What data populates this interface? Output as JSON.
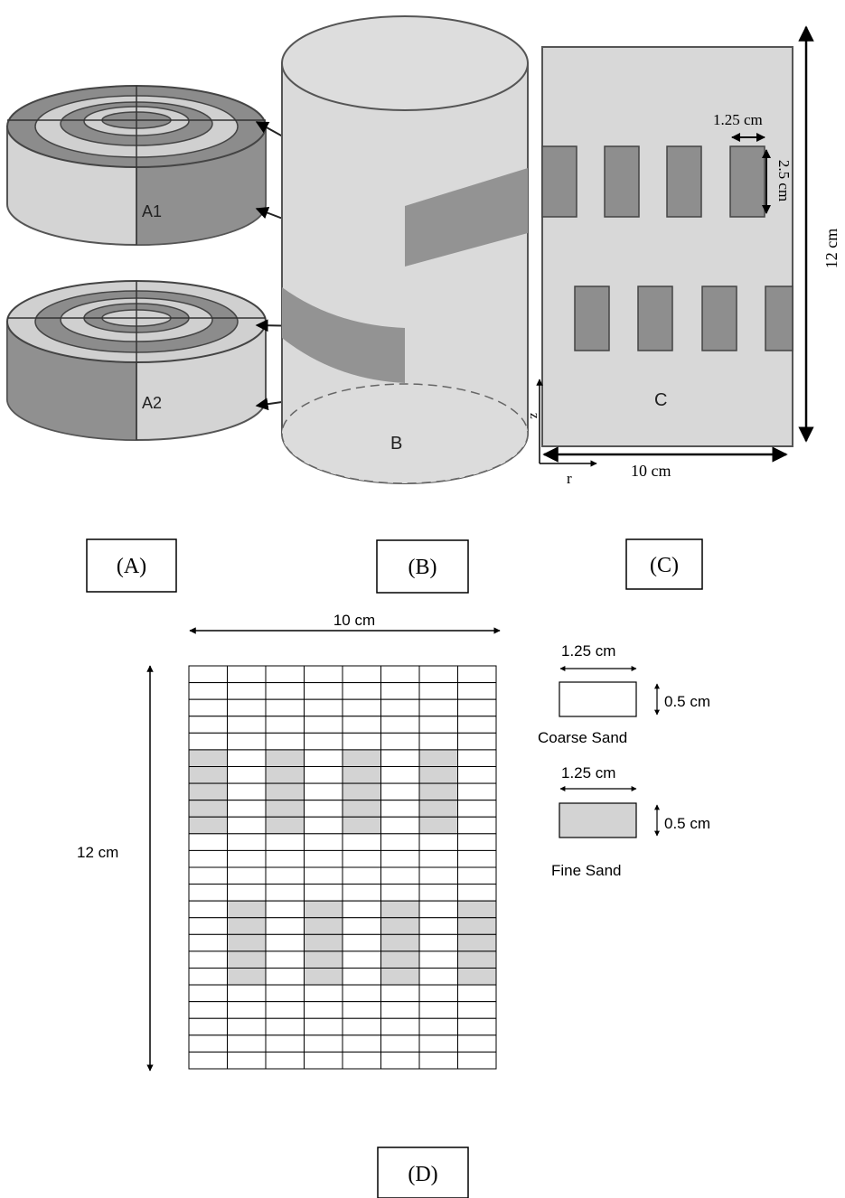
{
  "panel_A": {
    "label": "(A)",
    "slice_top_label": "A1",
    "slice_bottom_label": "A2"
  },
  "panel_B": {
    "label": "(B)",
    "center_label": "B"
  },
  "panel_C": {
    "label": "(C)",
    "center_label": "C",
    "block_width_label": "1.25 cm",
    "block_height_label": "2.5 cm",
    "height_label": "12 cm",
    "width_label": "10 cm",
    "r_axis_label": "r",
    "z_axis_label": "z"
  },
  "panel_D": {
    "label": "(D)",
    "width_label": "10 cm",
    "height_label": "12 cm",
    "grid_columns": 8,
    "grid_rows": 24,
    "fine_sand_layers": [
      {
        "rows": [
          5,
          6,
          7,
          8,
          9
        ],
        "columns": [
          0,
          2,
          4,
          6
        ]
      },
      {
        "rows": [
          14,
          15,
          16,
          17,
          18
        ],
        "columns": [
          1,
          3,
          5,
          7
        ]
      }
    ]
  },
  "legend": {
    "coarse": {
      "width_label": "1.25 cm",
      "height_label": "0.5 cm",
      "name": "Coarse Sand"
    },
    "fine": {
      "width_label": "1.25 cm",
      "height_label": "0.5 cm",
      "name": "Fine Sand"
    }
  },
  "colors": {
    "coarse_sand": "#ffffff",
    "fine_sand": "#d3d3d3",
    "model_body": "#d9d9d9",
    "model_dark": "#8f8f8f",
    "line": "#000000"
  }
}
